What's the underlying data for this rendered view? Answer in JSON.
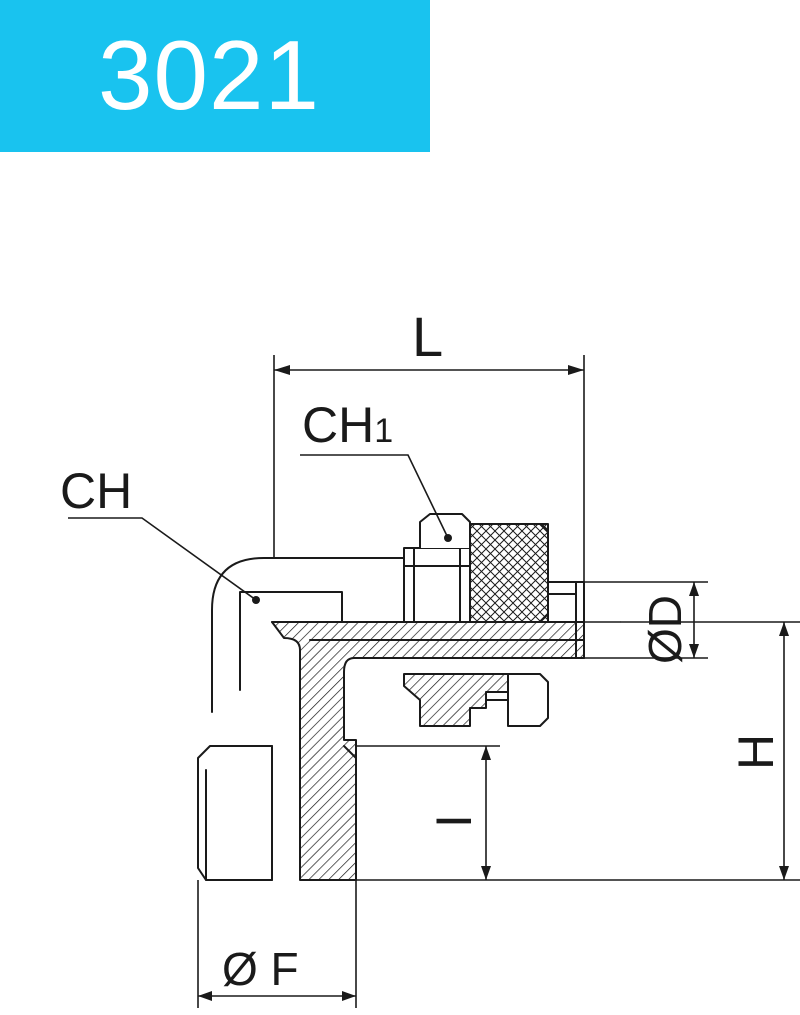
{
  "header": {
    "title": "3021",
    "background_color": "#19c3ef",
    "text_color": "#ffffff"
  },
  "diagram": {
    "line_color": "#1a1a1a",
    "labels": {
      "length": "L",
      "nut_wrench": "CH",
      "nut_wrench_sub": "1",
      "body_wrench": "CH",
      "tube_diameter": "ØD",
      "height": "H",
      "thread_length": "I",
      "thread_diameter": "Ø F"
    }
  }
}
